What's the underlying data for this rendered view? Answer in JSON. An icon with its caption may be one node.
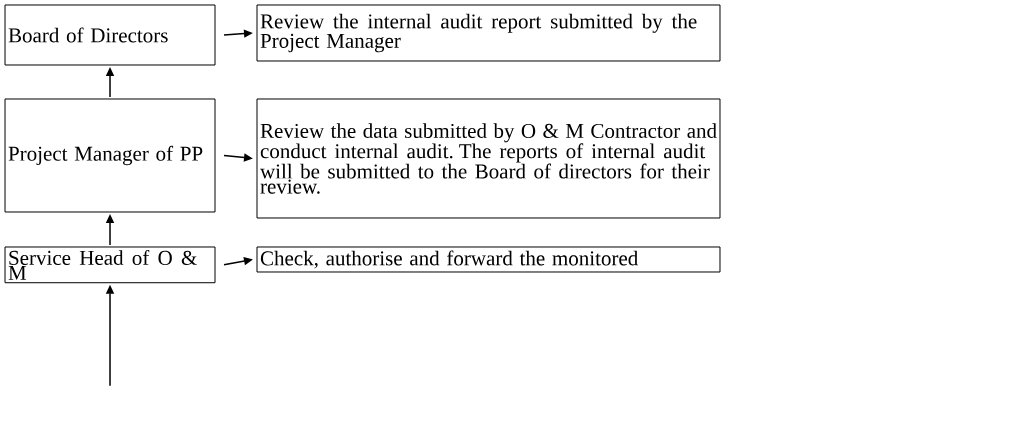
{
  "diagram": {
    "nodes": [
      {
        "text": [
          "Board of Directors"
        ]
      },
      {
        "text": [
          "Review the internal audit report submitted by the Project Manager"
        ]
      },
      {
        "text": [
          "Project Manager of PP"
        ]
      },
      {
        "text": [
          "Review the data submitted by O & M Contractor and conduct internal audit.  The reports of internal audit will be submitted to the Board of directors for their review."
        ]
      },
      {
        "text": [
          "Service Head of O & M"
        ]
      },
      {
        "text": [
          "Check, authorise and forward the monitored"
        ]
      }
    ],
    "edges": [
      {
        "from": 0,
        "to": 1,
        "arrow": "to"
      },
      {
        "from": 2,
        "to": 0,
        "arrow": "to"
      },
      {
        "from": 2,
        "to": 3,
        "arrow": "to"
      },
      {
        "from": 4,
        "to": 2,
        "arrow": "to"
      },
      {
        "from": 4,
        "to": 5,
        "arrow": "to"
      },
      {
        "from": null,
        "to": 4,
        "arrow": "to"
      }
    ]
  }
}
